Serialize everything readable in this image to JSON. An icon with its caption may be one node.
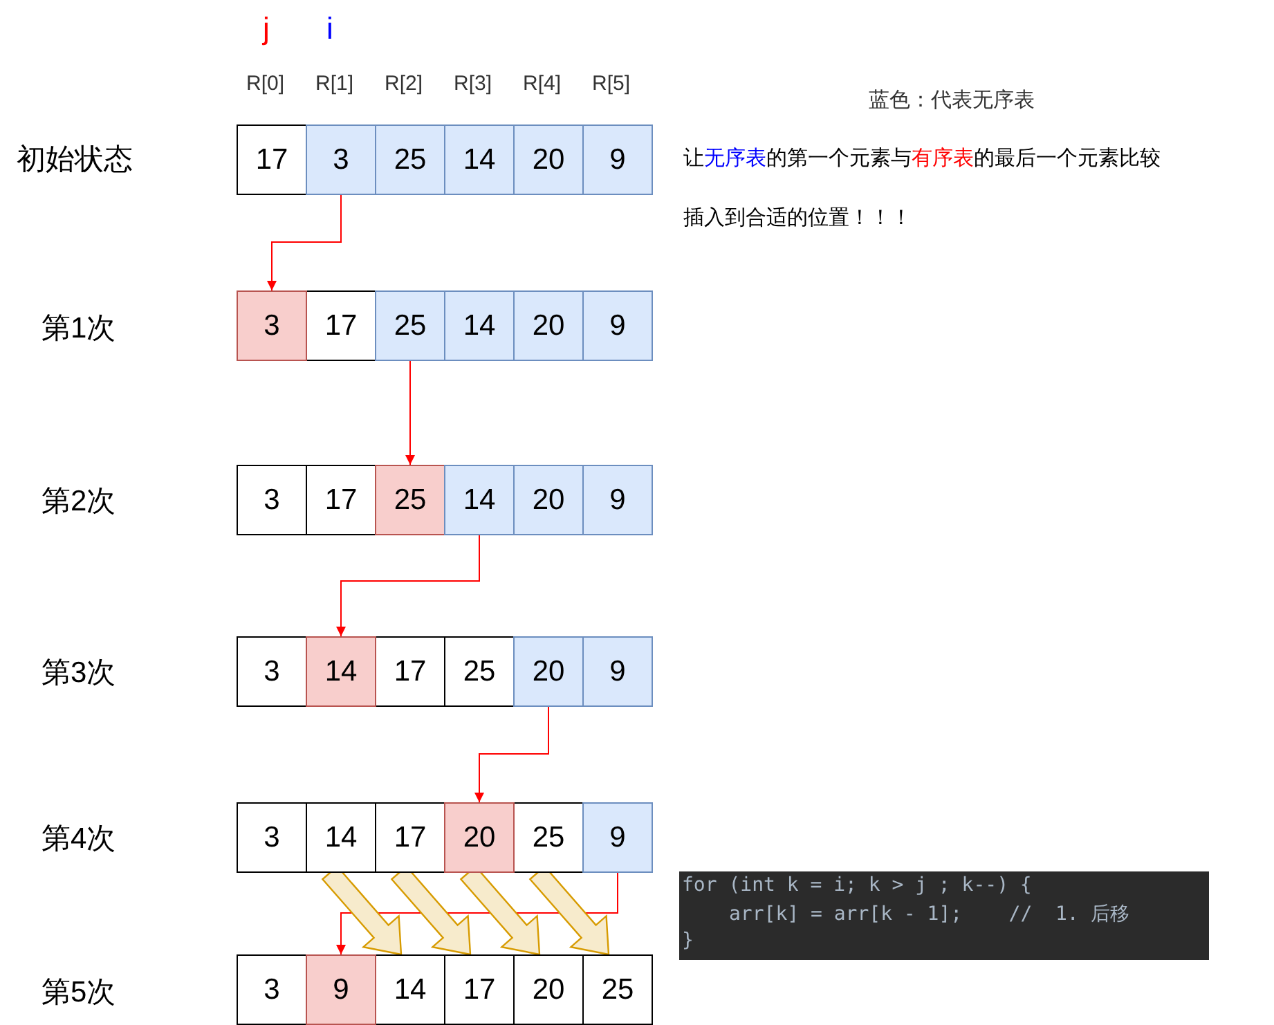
{
  "diagram": {
    "nodes": [
      {
        "text": [
          "17"
        ]
      },
      {
        "text": [
          "3"
        ]
      },
      {
        "text": [
          "25"
        ]
      },
      {
        "text": [
          "14"
        ]
      },
      {
        "text": [
          "20"
        ]
      },
      {
        "text": [
          "9"
        ]
      },
      {
        "text": [
          "3"
        ]
      },
      {
        "text": [
          "17"
        ]
      },
      {
        "text": [
          "25"
        ]
      },
      {
        "text": [
          "14"
        ]
      },
      {
        "text": [
          "20"
        ]
      },
      {
        "text": [
          "9"
        ]
      },
      {
        "text": [
          "3"
        ]
      },
      {
        "text": [
          "17"
        ]
      },
      {
        "text": [
          "25"
        ]
      },
      {
        "text": [
          "14"
        ]
      },
      {
        "text": [
          "20"
        ]
      },
      {
        "text": [
          "9"
        ]
      },
      {
        "text": [
          "3"
        ]
      },
      {
        "text": [
          "14"
        ]
      },
      {
        "text": [
          "17"
        ]
      },
      {
        "text": [
          "25"
        ]
      },
      {
        "text": [
          "20"
        ]
      },
      {
        "text": [
          "9"
        ]
      },
      {
        "text": [
          "3"
        ]
      },
      {
        "text": [
          "14"
        ]
      },
      {
        "text": [
          "17"
        ]
      },
      {
        "text": [
          "20"
        ]
      },
      {
        "text": [
          "25"
        ]
      },
      {
        "text": [
          "9"
        ]
      },
      {
        "text": [
          "3"
        ]
      },
      {
        "text": [
          "9"
        ]
      },
      {
        "text": [
          "14"
        ]
      },
      {
        "text": [
          "17"
        ]
      },
      {
        "text": [
          "20"
        ]
      },
      {
        "text": [
          "25"
        ]
      }
    ],
    "edges": [
      {
        "from": 1,
        "to": 6,
        "arrow": "to"
      },
      {
        "from": 8,
        "to": 14,
        "arrow": "to"
      },
      {
        "from": 15,
        "to": 19,
        "arrow": "to"
      },
      {
        "from": 22,
        "to": 27,
        "arrow": "to"
      },
      {
        "from": 29,
        "to": 31,
        "arrow": "to"
      },
      {
        "from": 25,
        "to": 32,
        "arrow": "to",
        "style": "thick",
        "color": "#d79b00"
      },
      {
        "from": 26,
        "to": 33,
        "arrow": "to",
        "style": "thick",
        "color": "#d79b00"
      },
      {
        "from": 27,
        "to": 34,
        "arrow": "to",
        "style": "thick",
        "color": "#d79b00"
      },
      {
        "from": 28,
        "to": 35,
        "arrow": "to",
        "style": "thick",
        "color": "#d79b00"
      }
    ],
    "labels": [
      "j",
      "i",
      "R[0]",
      "R[1]",
      "R[2]",
      "R[3]",
      "R[4]",
      "R[5]",
      "蓝色：代表无序表",
      "初始状态",
      "让无序表的第一个元素与有序表的最后一个元素比较",
      "插入到合适的位置！！！",
      "第1次",
      "第2次",
      "第3次",
      "第4次",
      "for (int k = i; k > j ; k--) {",
      "arr[k] = arr[k - 1];    //  1. 后移",
      "}",
      "第5次"
    ]
  }
}
